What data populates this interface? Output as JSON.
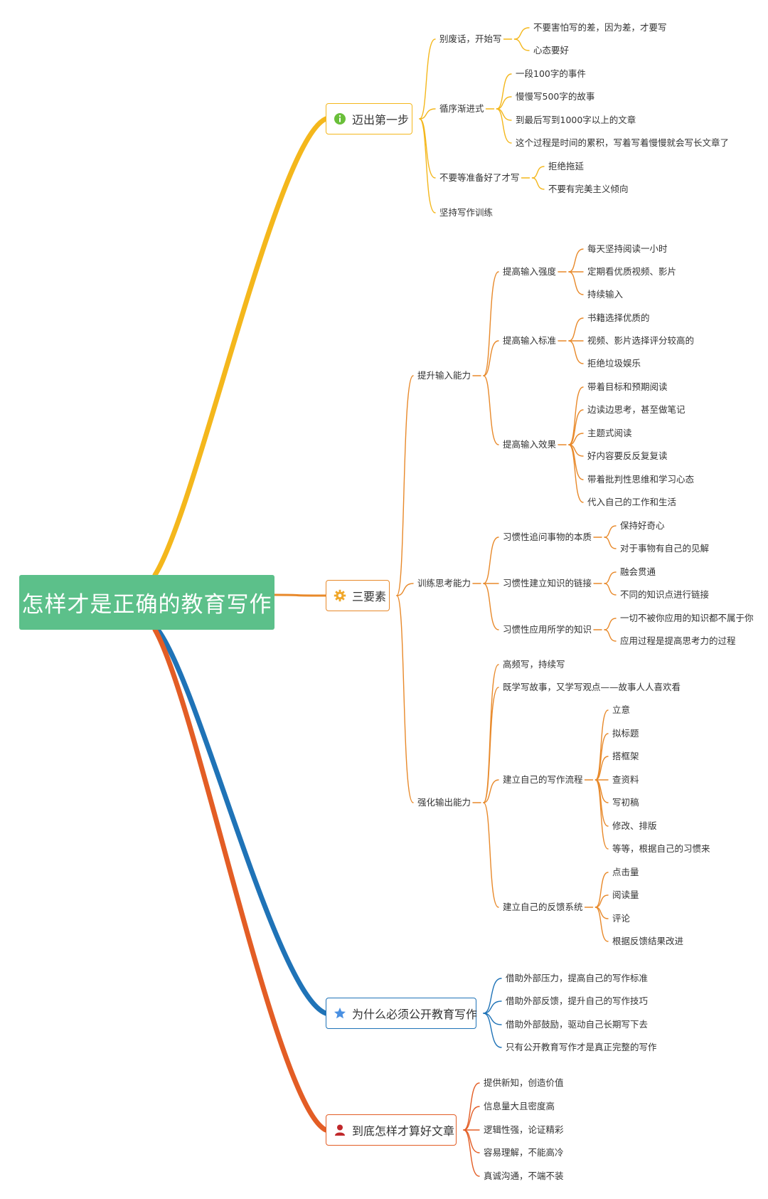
{
  "root": {
    "label": "怎样才是正确的教育写作"
  },
  "colors": {
    "root_bg": "#5cc08a",
    "branch_yellow": "#f4b71c",
    "branch_orange": "#e8892a",
    "branch_blue": "#1f73b7",
    "branch_red": "#e35d25",
    "icon_info": "#6abf3a",
    "icon_gear": "#f0a72a",
    "icon_star": "#4a90e2",
    "icon_person": "#c0282b"
  },
  "branches": [
    {
      "label": "迈出第一步",
      "icon": "info-icon",
      "children": [
        {
          "label": "别废话，开始写",
          "children": [
            {
              "label": "不要害怕写的差，因为差，才要写"
            },
            {
              "label": "心态要好"
            }
          ]
        },
        {
          "label": "循序渐进式",
          "children": [
            {
              "label": "一段100字的事件"
            },
            {
              "label": "慢慢写500字的故事"
            },
            {
              "label": "到最后写到1000字以上的文章"
            },
            {
              "label": "这个过程是时间的累积，写着写着慢慢就会写长文章了"
            }
          ]
        },
        {
          "label": "不要等准备好了才写",
          "children": [
            {
              "label": "拒绝拖延"
            },
            {
              "label": "不要有完美主义倾向"
            }
          ]
        },
        {
          "label": "坚持写作训练"
        }
      ]
    },
    {
      "label": "三要素",
      "icon": "gear-icon",
      "children": [
        {
          "label": "提升输入能力",
          "children": [
            {
              "label": "提高输入强度",
              "children": [
                {
                  "label": "每天坚持阅读一小时"
                },
                {
                  "label": "定期看优质视频、影片"
                },
                {
                  "label": "持续输入"
                }
              ]
            },
            {
              "label": "提高输入标准",
              "children": [
                {
                  "label": "书籍选择优质的"
                },
                {
                  "label": "视频、影片选择评分较高的"
                },
                {
                  "label": "拒绝垃圾娱乐"
                }
              ]
            },
            {
              "label": "提高输入效果",
              "children": [
                {
                  "label": "带着目标和预期阅读"
                },
                {
                  "label": "边读边思考，甚至做笔记"
                },
                {
                  "label": "主题式阅读"
                },
                {
                  "label": "好内容要反反复复读"
                },
                {
                  "label": "带着批判性思维和学习心态"
                },
                {
                  "label": "代入自己的工作和生活"
                }
              ]
            }
          ]
        },
        {
          "label": "训练思考能力",
          "children": [
            {
              "label": "习惯性追问事物的本质",
              "children": [
                {
                  "label": "保持好奇心"
                },
                {
                  "label": "对于事物有自己的见解"
                }
              ]
            },
            {
              "label": "习惯性建立知识的链接",
              "children": [
                {
                  "label": "融会贯通"
                },
                {
                  "label": "不同的知识点进行链接"
                }
              ]
            },
            {
              "label": "习惯性应用所学的知识",
              "children": [
                {
                  "label": "一切不被你应用的知识都不属于你"
                },
                {
                  "label": "应用过程是提高思考力的过程"
                }
              ]
            }
          ]
        },
        {
          "label": "强化输出能力",
          "children": [
            {
              "label": "高频写，持续写"
            },
            {
              "label": "既学写故事，又学写观点——故事人人喜欢看"
            },
            {
              "label": "建立自己的写作流程",
              "children": [
                {
                  "label": "立意"
                },
                {
                  "label": "拟标题"
                },
                {
                  "label": "搭框架"
                },
                {
                  "label": "查资料"
                },
                {
                  "label": "写初稿"
                },
                {
                  "label": "修改、排版"
                },
                {
                  "label": "等等，根据自己的习惯来"
                }
              ]
            },
            {
              "label": "建立自己的反馈系统",
              "children": [
                {
                  "label": "点击量"
                },
                {
                  "label": "阅读量"
                },
                {
                  "label": "评论"
                },
                {
                  "label": "根据反馈结果改进"
                }
              ]
            }
          ]
        }
      ]
    },
    {
      "label": "为什么必须公开教育写作",
      "icon": "star-icon",
      "children": [
        {
          "label": "借助外部压力，提高自己的写作标准"
        },
        {
          "label": "借助外部反馈，提升自己的写作技巧"
        },
        {
          "label": "借助外部鼓励，驱动自己长期写下去"
        },
        {
          "label": "只有公开教育写作才是真正完整的写作"
        }
      ]
    },
    {
      "label": "到底怎样才算好文章",
      "icon": "person-icon",
      "children": [
        {
          "label": "提供新知，创造价值"
        },
        {
          "label": "信息量大且密度高"
        },
        {
          "label": "逻辑性强，论证精彩"
        },
        {
          "label": "容易理解，不能高冷"
        },
        {
          "label": "真诚沟通，不端不装"
        }
      ]
    }
  ]
}
